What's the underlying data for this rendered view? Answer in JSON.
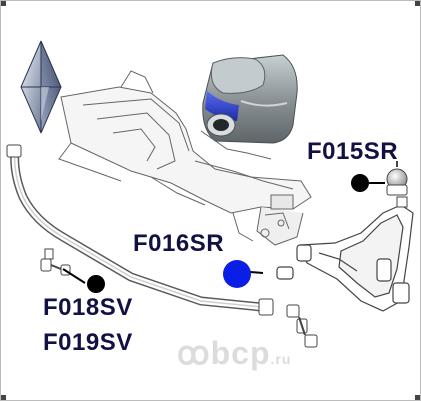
{
  "labels": {
    "f015sr": "F015SR",
    "f016sr": "F016SR",
    "f018sv": "F018SV",
    "f019sv": "F019SV"
  },
  "watermark": {
    "brand": "ꝏbcp",
    "tld": ".ru"
  },
  "colors": {
    "label_text": "#111144",
    "marker_black": "#000000",
    "marker_blue": "#0a1ee6",
    "bushing_outer": "#8c9498",
    "bushing_band": "#2c3fd8",
    "logo_blue": "#5a6a8c"
  }
}
